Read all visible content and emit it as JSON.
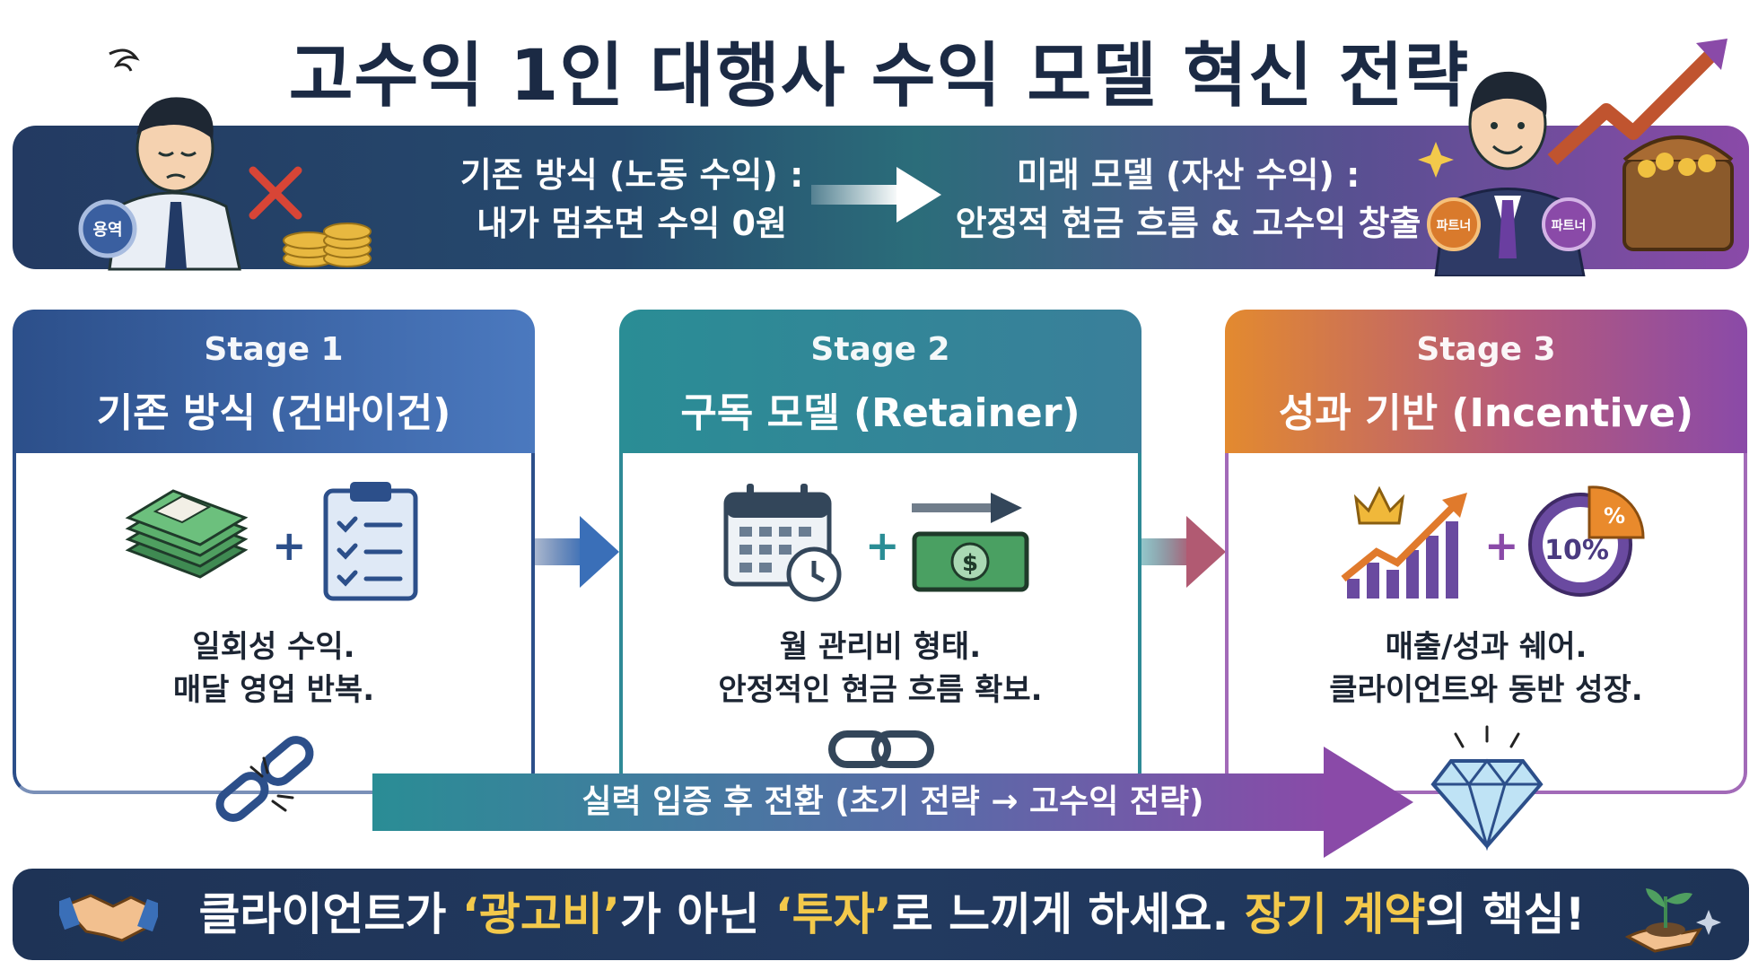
{
  "title": "고수익 1인 대행사 수익 모델 혁신 전략",
  "banner": {
    "left_line1": "기존 방식 (노동 수익) :",
    "left_line2": "내가 멈추면 수익 0원",
    "right_line1": "미래 모델 (자산 수익) :",
    "right_line2": "안정적 현금 흐름 & 고수익 창출",
    "left_badge": "용역",
    "right_badge1": "파트너",
    "right_badge2": "파트너"
  },
  "stages": [
    {
      "stage": "Stage 1",
      "name": "기존 방식 (건바이건)",
      "desc_line1": "일회성 수익.",
      "desc_line2": "매달 영업 반복."
    },
    {
      "stage": "Stage 2",
      "name": "구독 모델 (Retainer)",
      "desc_line1": "월 관리비 형태.",
      "desc_line2": "안정적인 현금 흐름 확보."
    },
    {
      "stage": "Stage 3",
      "name": "성과 기반 (Incentive)",
      "desc_line1": "매출/성과 쉐어.",
      "desc_line2": "클라이언트와 동반 성장.",
      "pie_label": "10%",
      "pie_slice_label": "%"
    }
  ],
  "plus_sign": "+",
  "transition": "실력 입증 후 전환 (초기 전략 → 고수익 전략)",
  "footer": {
    "part1": "클라이언트가 ",
    "hl1": "‘광고비’",
    "part2": "가 아닌 ",
    "hl2": "‘투자’",
    "part3": "로 느끼게 하세요. ",
    "hl3": "장기 계약",
    "part4": "의 핵심!"
  },
  "colors": {
    "navy": "#1b2a44",
    "stage1": "#2c4f8a",
    "stage2": "#2a8d95",
    "stage3_start": "#e38a2f",
    "stage3_end": "#8a4aa8",
    "highlight": "#f3c94b"
  }
}
